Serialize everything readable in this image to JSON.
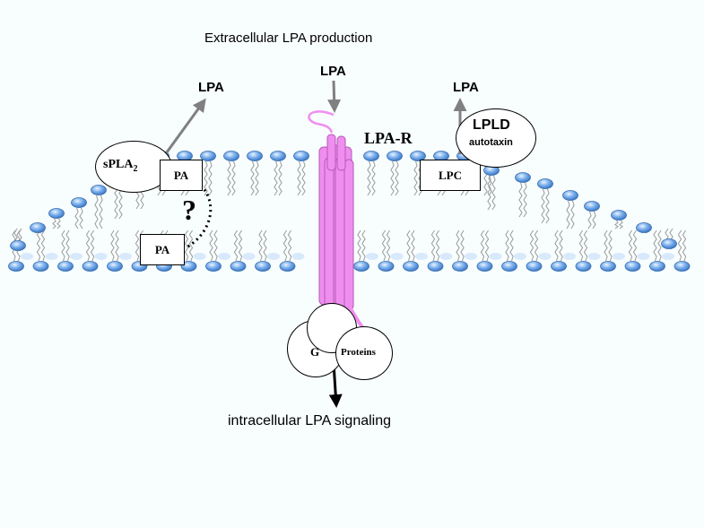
{
  "title": "Extracellular LPA production",
  "bottom_caption": "intracellular LPA signaling",
  "labels": {
    "lpa_left": "LPA",
    "lpa_center": "LPA",
    "lpa_right": "LPA",
    "receptor": "LPA-R",
    "spla2_main": "sPLA",
    "spla2_sub": "2",
    "pa_top": "PA",
    "pa_bottom": "PA",
    "question": "?",
    "lpc": "LPC",
    "lpld": "LPLD",
    "autotaxin": "autotaxin",
    "g": "G",
    "proteins": "Proteins"
  },
  "colors": {
    "background": "#f8fdfe",
    "receptor": "#f08ef0",
    "receptor_edge": "#b45ab4",
    "lipid_head": "#5b97e0",
    "lipid_head_light": "#cfe4fb",
    "arrow_gray": "#808080"
  }
}
